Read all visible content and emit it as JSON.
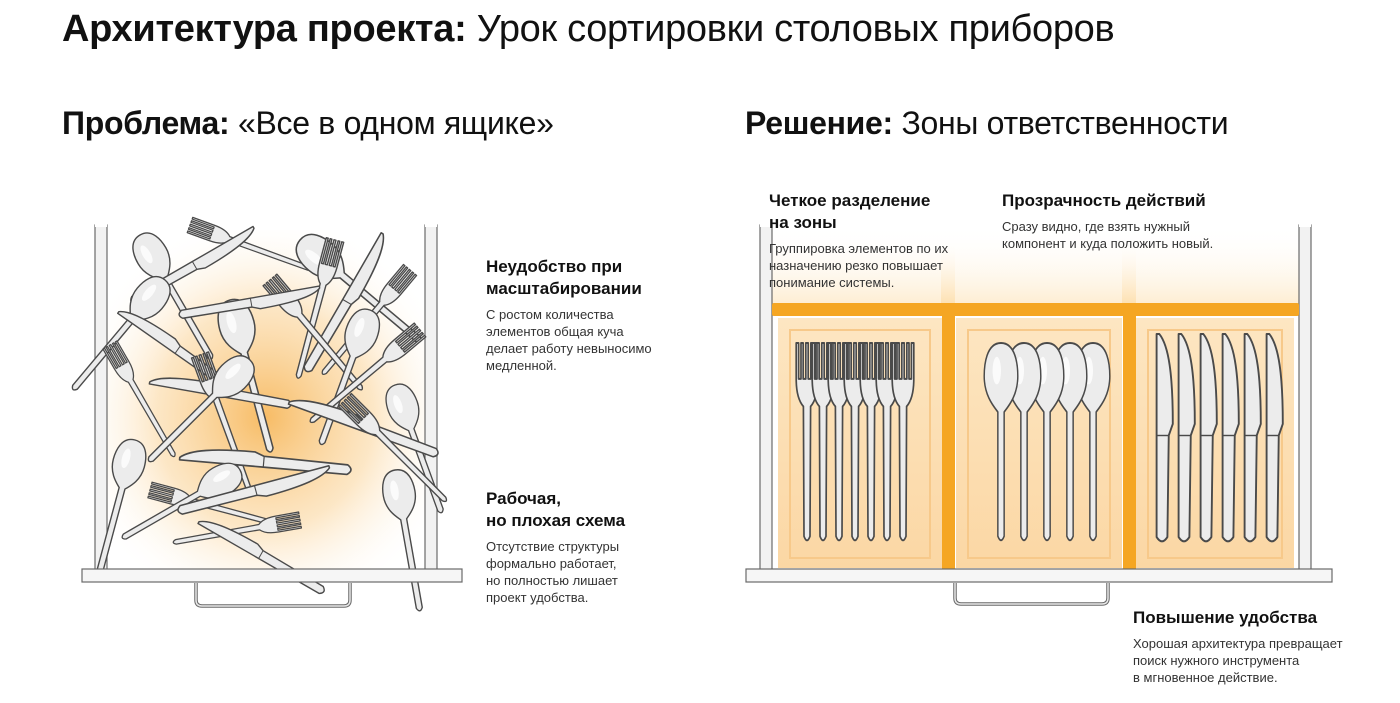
{
  "header": {
    "title_bold": "Архитектура проекта:",
    "title_rest": " Урок сортировки столовых приборов"
  },
  "problem": {
    "title_bold": "Проблема:",
    "title_rest": " «Все в одном ящике»",
    "notes": [
      {
        "heading_lines": [
          "Неудобство при",
          "масштабировании"
        ],
        "body_lines": [
          "С ростом количества",
          "элементов общая куча",
          "делает работу невыносимо",
          "медленной."
        ]
      },
      {
        "heading_lines": [
          "Рабочая,",
          "но плохая схема"
        ],
        "body_lines": [
          "Отсутствие структуры",
          "формально работает,",
          "но полностью лишает",
          "проект удобства."
        ]
      }
    ]
  },
  "solution": {
    "title_bold": "Решение:",
    "title_rest": " Зоны ответственности",
    "notes": [
      {
        "heading_lines": [
          "Четкое разделение",
          "на зоны"
        ],
        "body_lines": [
          "Группировка элементов по их",
          "назначению резко повышает",
          "понимание системы."
        ]
      },
      {
        "heading_lines": [
          "Прозрачность действий"
        ],
        "body_lines": [
          "Сразу видно, где взять нужный",
          "компонент и куда положить новый."
        ]
      },
      {
        "heading_lines": [
          "Повышение удобства"
        ],
        "body_lines": [
          "Хорошая архитектура превращает",
          "поиск нужного инструмента",
          "в мгновенное действие."
        ]
      }
    ]
  },
  "colors": {
    "accent": "#f5a623",
    "glow": "#fde3b8",
    "metal": "#e6e6e6",
    "outline": "#4a4a4a"
  },
  "icons": [
    "fork-icon",
    "spoon-icon",
    "knife-icon",
    "drawer-icon"
  ]
}
